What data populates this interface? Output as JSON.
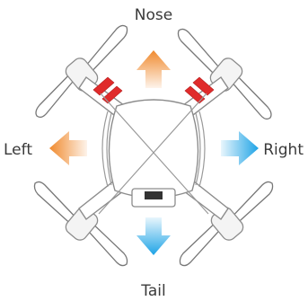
{
  "labels": {
    "nose": "Nose",
    "tail": "Tail",
    "left": "Left",
    "right": "Right"
  },
  "colors": {
    "arrow_orange": "#f08a2e",
    "arrow_blue": "#1ea3e6",
    "arm_bands": "#e02b2b",
    "body_outline": "#8c8c8c",
    "label_text": "#3a3a3a"
  },
  "icons": {
    "nose_arrow": "arrow-up-icon",
    "left_arrow": "arrow-left-icon",
    "right_arrow": "arrow-right-icon",
    "tail_arrow": "arrow-down-icon"
  }
}
